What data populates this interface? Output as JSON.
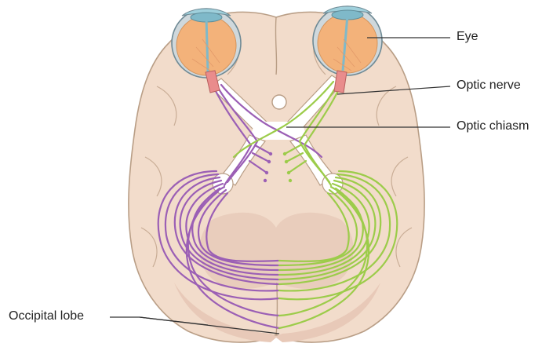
{
  "labels": {
    "eye": "Eye",
    "optic_nerve": "Optic nerve",
    "optic_chiasm": "Optic chiasm",
    "occipital_lobe": "Occipital lobe"
  },
  "colors": {
    "brain": "#f2dccb",
    "brain_outline": "#b99e86",
    "occipital_region": "#e8c9b8",
    "eyeball": "#f3b27a",
    "sclera": "#cfd8dc",
    "cornea": "#9fd0dc",
    "nerve_fill": "#ffffff",
    "left_pathway": "#9b5fb5",
    "right_pathway": "#9ccc4a",
    "leader_line": "#333333"
  }
}
